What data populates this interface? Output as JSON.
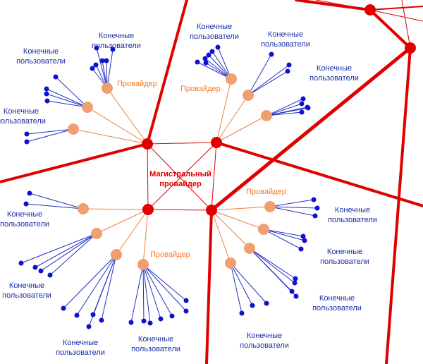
{
  "colors": {
    "backbone": "#e00000",
    "provider_link": "#f08040",
    "provider_node": "#f0a070",
    "user_link": "#2030c0",
    "user_node": "#1010d0",
    "user_label": "#1a2fa8",
    "provider_label": "#f07a2a",
    "core_label": "#e00000"
  },
  "labels": {
    "core_line1": "Магистральный",
    "core_line2": "провайдер",
    "provider": "Провайдер",
    "users_line1": "Конечные",
    "users_line2": "пользователи"
  }
}
